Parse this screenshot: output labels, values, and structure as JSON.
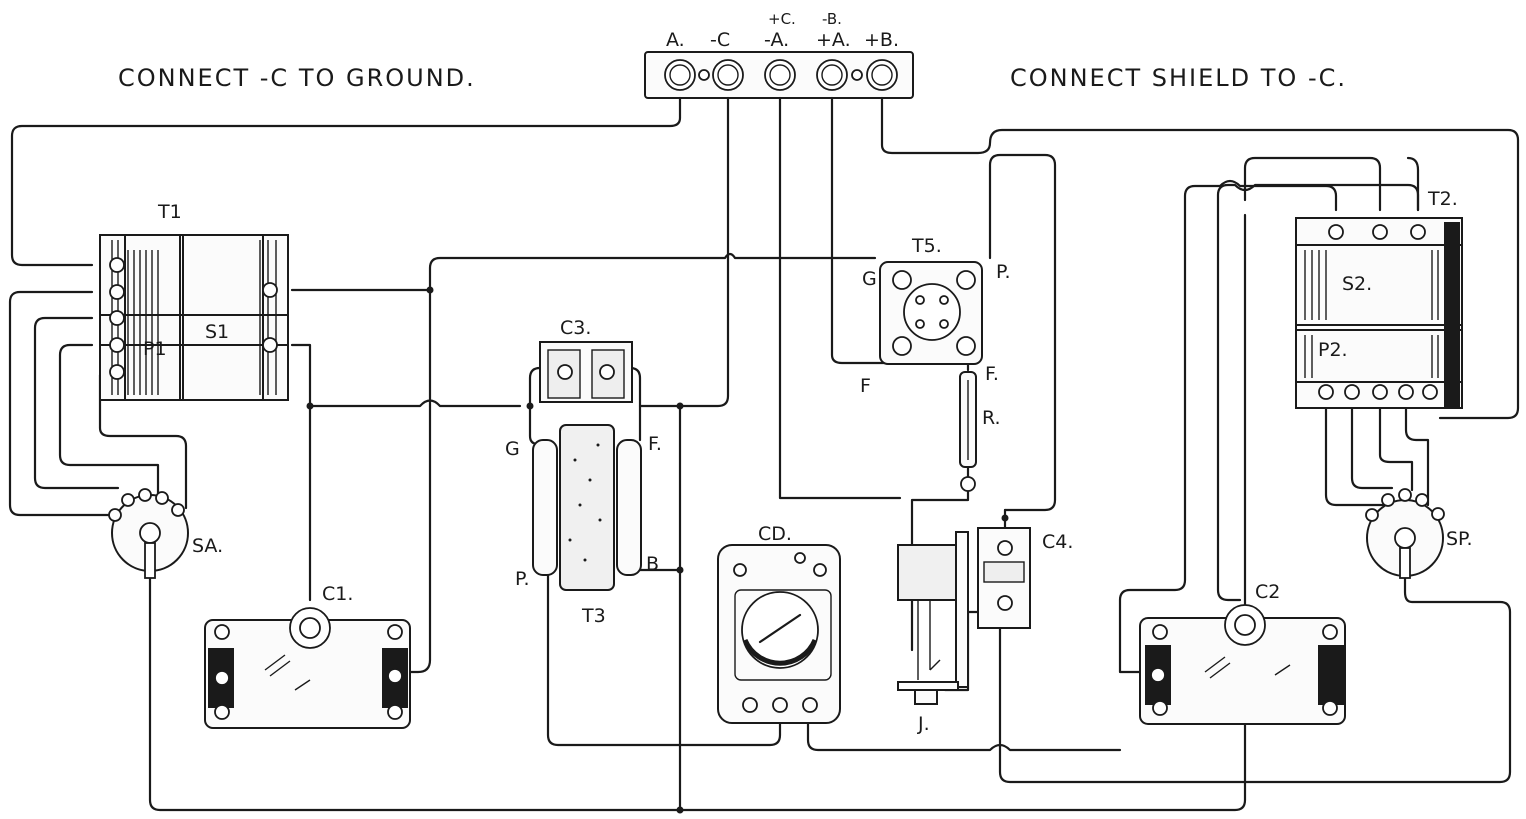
{
  "instructions": {
    "left": "CONNECT -C TO GROUND.",
    "right": "CONNECT SHIELD TO -C."
  },
  "terminal_strip": {
    "labels": [
      {
        "top": "",
        "bottom": "A."
      },
      {
        "top": "",
        "bottom": "-C"
      },
      {
        "top": "+C.",
        "bottom": "-A."
      },
      {
        "top": "-B.",
        "bottom": "+A."
      },
      {
        "top": "",
        "bottom": "+B."
      }
    ]
  },
  "components": {
    "t1": "T1",
    "s1": "S1",
    "p1": "P1",
    "sa": "SA.",
    "c1": "C1.",
    "c3": "C3.",
    "t3": "T3",
    "t3_g": "G",
    "t3_f": "F.",
    "t3_p": "P.",
    "t3_b": "B",
    "cd": "CD.",
    "t5": "T5.",
    "t5_g": "G",
    "t5_p": "P.",
    "t5_f1": "F",
    "t5_f2": "F.",
    "r": "R.",
    "c4": "C4.",
    "j": "J.",
    "t2": "T2.",
    "s2": "S2.",
    "p2": "P2.",
    "sp": "SP.",
    "c2": "C2"
  }
}
